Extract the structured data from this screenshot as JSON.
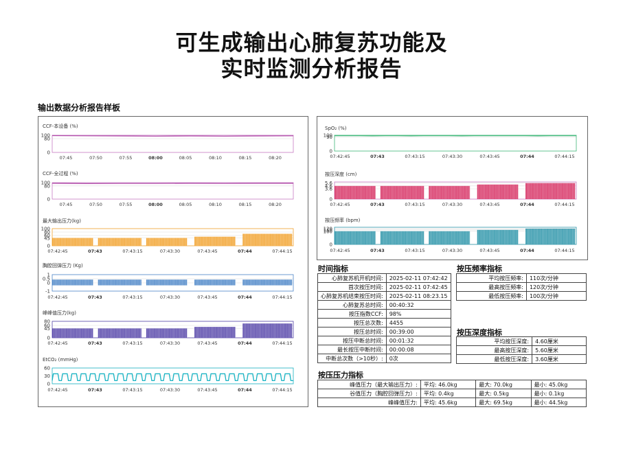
{
  "title_line1": "可生成输出心肺复苏功能及",
  "title_line2": "实时监测分析报告",
  "subtitle": "输出数据分析报告样板",
  "colors": {
    "purple": "#b04aa8",
    "pink": "#d9a7d8",
    "orange": "#f2a22e",
    "blue": "#4c86c8",
    "navy": "#5444a8",
    "cyan": "#16b2c2",
    "green": "#40b879",
    "crimson": "#d62e62",
    "teal": "#2a93a8",
    "grid": "#dddddd"
  },
  "charts": [
    {
      "id": "ccf-device",
      "title": "CCF-本设备 (%)",
      "yticks": [
        "100",
        "80",
        "0"
      ],
      "xticks": [
        "07:45",
        "07:50",
        "07:55",
        "08:00",
        "08:05",
        "08:10",
        "08:15",
        "08:20"
      ],
      "bold": [
        3
      ]
    },
    {
      "id": "ccf-total",
      "title": "CCF-全过程 (%)",
      "yticks": [
        "100",
        "80",
        "0"
      ],
      "xticks": [
        "07:45",
        "07:50",
        "07:55",
        "08:00",
        "08:05",
        "08:10",
        "08:15",
        "08:20"
      ],
      "bold": [
        3
      ]
    },
    {
      "id": "max-pressure",
      "title": "最大输出压力(kg)",
      "yticks": [
        "100",
        "80",
        "60",
        "45",
        "0"
      ],
      "xticks": [
        "07:42:45",
        "07:43",
        "07:43:15",
        "07:43:30",
        "07:43:45",
        "07:44",
        "07:44:15"
      ],
      "bold": [
        1,
        5
      ]
    },
    {
      "id": "recoil",
      "title": "胸腔回弹压力 (Kg)",
      "yticks": [
        "1",
        "0.5",
        "0",
        "-1"
      ],
      "xticks": [
        "07:42:45",
        "07:43",
        "07:43:15",
        "07:43:30",
        "07:43:45",
        "07:44",
        "07:44:15"
      ],
      "bold": [
        1,
        5
      ]
    },
    {
      "id": "peak-peak",
      "title": "峰峰值压力(kg)",
      "yticks": [
        "80",
        "60",
        "45",
        "0"
      ],
      "xticks": [
        "07:42:45",
        "07:43",
        "07:43:15",
        "07:43:30",
        "07:43:45",
        "07:44",
        "07:44:15"
      ],
      "bold": [
        1,
        5
      ]
    },
    {
      "id": "etco2",
      "title": "EtCO₂ (mmHg)",
      "yticks": [
        "60",
        "30",
        "0"
      ],
      "xticks": [
        "07:42:45",
        "07:43",
        "07:43:15",
        "07:43:30",
        "07:43:45",
        "07:44",
        "07:44:15"
      ],
      "bold": [
        1,
        5
      ]
    },
    {
      "id": "spo2",
      "title": "SpO₂ (%)",
      "yticks": [
        "100",
        "90",
        "0"
      ],
      "xticks": [
        "07:42:45",
        "07:43",
        "07:43:15",
        "07:43:30",
        "07:43:45",
        "07:44",
        "07:44:15"
      ],
      "bold": [
        1,
        5
      ]
    },
    {
      "id": "depth",
      "title": "按压深度 (cm)",
      "yticks": [
        "5.6",
        "4.6",
        "3.6",
        "0"
      ],
      "xticks": [
        "07:42:45",
        "07:43",
        "07:43:15",
        "07:43:30",
        "07:43:45",
        "07:44",
        "07:44:15"
      ],
      "bold": [
        1,
        5
      ]
    },
    {
      "id": "rate",
      "title": "按压频率 (bpm)",
      "yticks": [
        "120",
        "110",
        "100",
        "0"
      ],
      "xticks": [
        "07:42:45",
        "07:43",
        "07:43:15",
        "07:43:30",
        "07:43:45",
        "07:44",
        "07:44:15"
      ],
      "bold": [
        1,
        5
      ]
    }
  ],
  "time_section": {
    "title": "时间指标",
    "rows": [
      [
        "心肺复苏机开机时间:",
        "2025-02-11 07:42:42"
      ],
      [
        "首次按压时间:",
        "2025-02-11 07:42:45"
      ],
      [
        "心肺复苏机结束按压时间:",
        "2025-02-11 08:23.15"
      ],
      [
        "心肺复苏总时间:",
        "00:40:32"
      ],
      [
        "按压指数CCF:",
        "98%"
      ],
      [
        "按压总次数:",
        "4455"
      ],
      [
        "按压总时间:",
        "00:39:00"
      ],
      [
        "按压中断总时间:",
        "00:01:32"
      ],
      [
        "最长按压中断时间:",
        "00:00:08"
      ],
      [
        "中断总次数（>10秒）:",
        "0次"
      ]
    ]
  },
  "rate_section": {
    "title": "按压频率指标",
    "rows": [
      [
        "平均按压频率:",
        "110次/分钟"
      ],
      [
        "最高按压频率:",
        "120次/分钟"
      ],
      [
        "最低按压频率:",
        "100次/分钟"
      ]
    ]
  },
  "depth_section": {
    "title": "按压深度指标",
    "rows": [
      [
        "平均按压深度:",
        "4.60厘米"
      ],
      [
        "最高按压深度:",
        "5.60厘米"
      ],
      [
        "最低按压深度:",
        "3.60厘米"
      ]
    ]
  },
  "pressure_section": {
    "title": "按压压力指标",
    "rows": [
      [
        "峰值压力（最大输出压力）:",
        "平均: 46.0kg",
        "最大: 70.0kg",
        "最小: 45.0kg"
      ],
      [
        "谷值压力（胸腔回弹压力）:",
        "平均: 0.4kg",
        "最大: 0.5kg",
        "最小: 0.1kg"
      ],
      [
        "峰峰值压力:",
        "平均: 45.6kg",
        "最大: 69.5kg",
        "最小: 44.5kg"
      ]
    ]
  },
  "chart_data": [
    {
      "type": "line",
      "title": "CCF-本设备 (%)",
      "x": [
        "07:45",
        "07:50",
        "07:55",
        "08:00",
        "08:05",
        "08:10",
        "08:15",
        "08:20"
      ],
      "series": [
        {
          "values": [
            98,
            97,
            96,
            95,
            96,
            95,
            96,
            97
          ]
        }
      ],
      "ylim": [
        0,
        100
      ]
    },
    {
      "type": "line",
      "title": "CCF-全过程 (%)",
      "x": [
        "07:45",
        "07:50",
        "07:55",
        "08:00",
        "08:05",
        "08:10",
        "08:15",
        "08:20"
      ],
      "series": [
        {
          "values": [
            96,
            94,
            95,
            95,
            96,
            95,
            96,
            96
          ]
        }
      ],
      "ylim": [
        0,
        100
      ]
    },
    {
      "type": "bar",
      "title": "最大输出压力(kg)",
      "segments": [
        {
          "x0": 0,
          "x1": 0.17,
          "v": 46
        },
        {
          "x0": 0.19,
          "x1": 0.37,
          "v": 46
        },
        {
          "x0": 0.39,
          "x1": 0.56,
          "v": 46
        },
        {
          "x0": 0.59,
          "x1": 0.76,
          "v": 53
        },
        {
          "x0": 0.79,
          "x1": 0.995,
          "v": 70
        }
      ],
      "ylim": [
        0,
        100
      ]
    },
    {
      "type": "bar",
      "title": "胸腔回弹压力 (Kg)",
      "segments": [
        {
          "x0": 0,
          "x1": 0.17,
          "v": 0.4
        },
        {
          "x0": 0.19,
          "x1": 0.37,
          "v": 0.4
        },
        {
          "x0": 0.39,
          "x1": 0.56,
          "v": 0.4
        },
        {
          "x0": 0.59,
          "x1": 0.76,
          "v": 0.4
        },
        {
          "x0": 0.79,
          "x1": 0.995,
          "v": 0.4
        }
      ],
      "ylim": [
        -1,
        1
      ]
    },
    {
      "type": "bar",
      "title": "峰峰值压力(kg)",
      "segments": [
        {
          "x0": 0,
          "x1": 0.17,
          "v": 45.6
        },
        {
          "x0": 0.19,
          "x1": 0.37,
          "v": 45.6
        },
        {
          "x0": 0.39,
          "x1": 0.56,
          "v": 45.6
        },
        {
          "x0": 0.59,
          "x1": 0.76,
          "v": 53
        },
        {
          "x0": 0.79,
          "x1": 0.995,
          "v": 69.5
        }
      ],
      "ylim": [
        0,
        80
      ]
    },
    {
      "type": "line",
      "title": "EtCO₂ (mmHg)",
      "wave": {
        "low": 12,
        "high": 38,
        "cycles": 26
      },
      "ylim": [
        0,
        60
      ]
    },
    {
      "type": "line",
      "title": "SpO₂ (%)",
      "series": [
        {
          "values": [
            97,
            97,
            97,
            96,
            97,
            97,
            96,
            97,
            97,
            97,
            96,
            97,
            97,
            97,
            97,
            97,
            96,
            97,
            97,
            97
          ]
        }
      ],
      "ylim": [
        0,
        100
      ]
    },
    {
      "type": "bar",
      "title": "按压深度 (cm)",
      "segments": [
        {
          "x0": 0,
          "x1": 0.17,
          "v": 4.6
        },
        {
          "x0": 0.19,
          "x1": 0.37,
          "v": 4.6
        },
        {
          "x0": 0.39,
          "x1": 0.56,
          "v": 4.6
        },
        {
          "x0": 0.59,
          "x1": 0.76,
          "v": 5.1
        },
        {
          "x0": 0.79,
          "x1": 0.995,
          "v": 5.6
        }
      ],
      "ylim": [
        0,
        6
      ]
    },
    {
      "type": "bar",
      "title": "按压频率 (bpm)",
      "segments": [
        {
          "x0": 0,
          "x1": 0.17,
          "v": 100
        },
        {
          "x0": 0.19,
          "x1": 0.37,
          "v": 100
        },
        {
          "x0": 0.39,
          "x1": 0.56,
          "v": 100
        },
        {
          "x0": 0.59,
          "x1": 0.76,
          "v": 110
        },
        {
          "x0": 0.79,
          "x1": 0.995,
          "v": 120
        }
      ],
      "ylim": [
        0,
        130
      ]
    }
  ]
}
